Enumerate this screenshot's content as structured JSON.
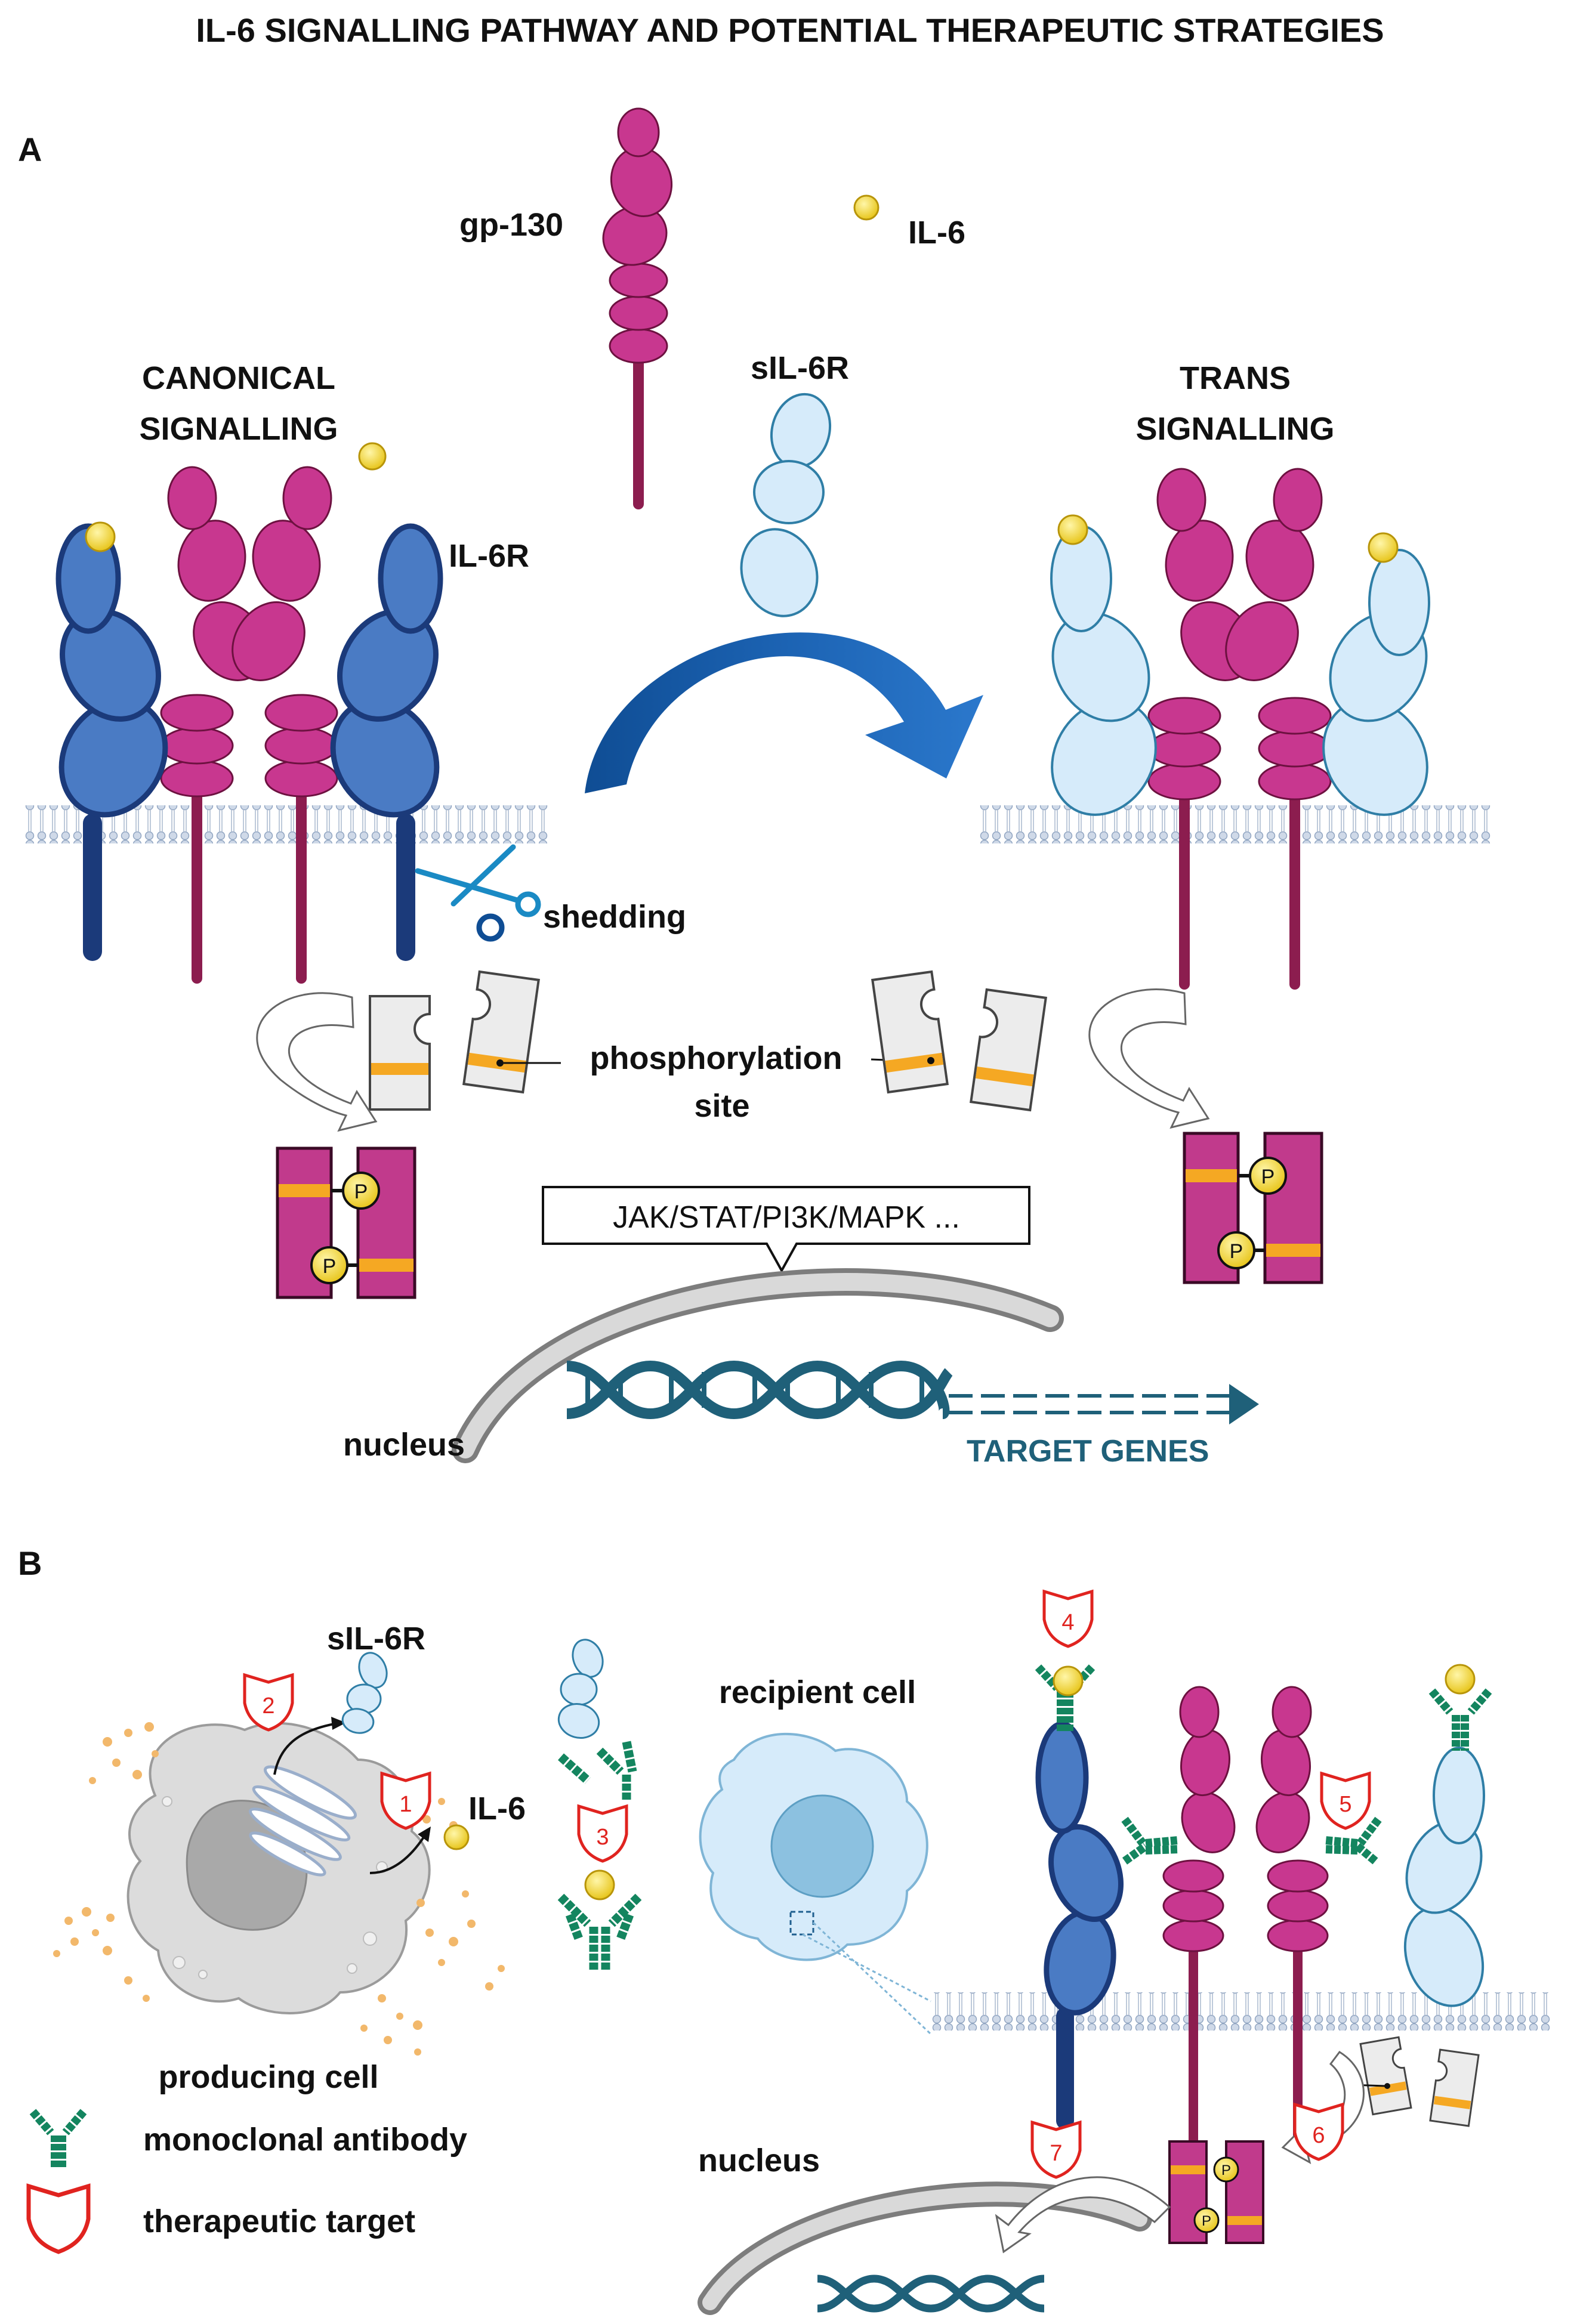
{
  "title": "IL-6 SIGNALLING PATHWAY AND POTENTIAL THERAPEUTIC STRATEGIES",
  "panel_a": {
    "label": "A",
    "gp130_label": "gp-130",
    "il6_label": "IL-6",
    "sil6r_label": "sIL-6R",
    "canonical_line1": "CANONICAL",
    "canonical_line2": "SIGNALLING",
    "trans_line1": "TRANS",
    "trans_line2": "SIGNALLING",
    "il6r_label": "IL-6R",
    "shedding_label": "shedding",
    "phospho_line1": "phosphorylation",
    "phospho_line2": "site",
    "pathway_box": "JAK/STAT/PI3K/MAPK ...",
    "nucleus_label": "nucleus",
    "target_genes": "TARGET GENES",
    "p_mark": "P"
  },
  "panel_b": {
    "label": "B",
    "sil6r_label": "sIL-6R",
    "il6_label": "IL-6",
    "recipient_label": "recipient cell",
    "producing_label": "producing cell",
    "nucleus_label": "nucleus",
    "targets": [
      "1",
      "2",
      "3",
      "4",
      "5",
      "6",
      "7"
    ]
  },
  "legend": {
    "antibody_label": "monoclonal antibody",
    "target_label": "therapeutic target"
  },
  "colors": {
    "gp130": "#c8378f",
    "gp130_stalk": "#8c1d4f",
    "il6r": "#4a7bc4",
    "il6r_dark": "#1b3a7a",
    "sil6r": "#d6ebfa",
    "sil6r_stroke": "#2f7ea6",
    "il6": "#f2d535",
    "antibody": "#14855f",
    "shield": "#e0231f",
    "jak": "#c13a8c",
    "phospho_band": "#f5a823",
    "dna": "#1f6079",
    "arrow_blue": "#1c63b3"
  }
}
